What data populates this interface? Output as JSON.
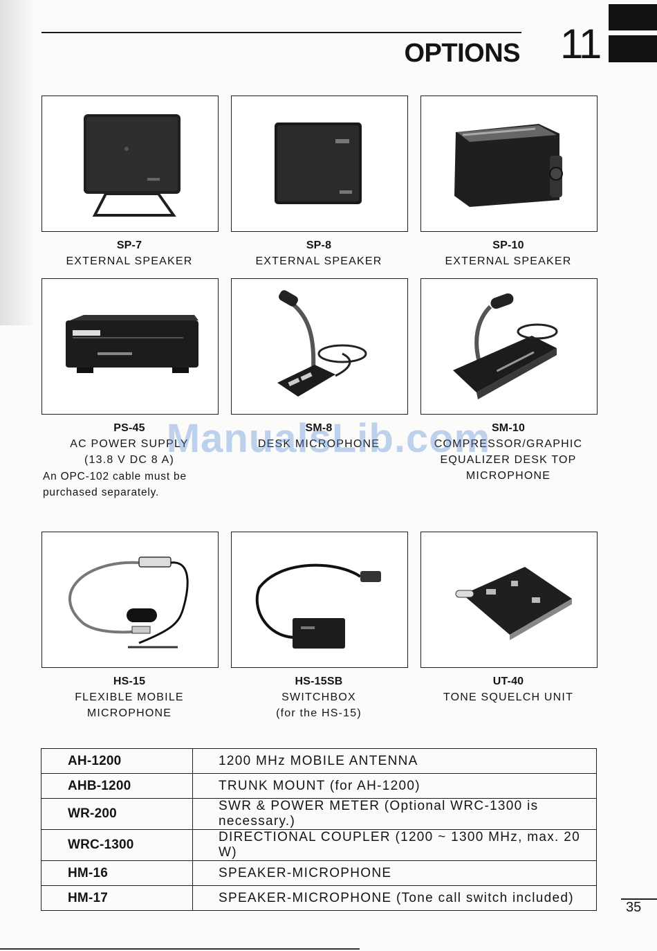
{
  "header": {
    "title": "OPTIONS",
    "chapter_number": "11"
  },
  "watermark": "ManualsLib.com",
  "products": [
    {
      "model": "SP-7",
      "lines": [
        "EXTERNAL SPEAKER"
      ]
    },
    {
      "model": "SP-8",
      "lines": [
        "EXTERNAL SPEAKER"
      ]
    },
    {
      "model": "SP-10",
      "lines": [
        "EXTERNAL SPEAKER"
      ]
    },
    {
      "model": "PS-45",
      "lines": [
        "AC POWER SUPPLY",
        "(13.8 V DC 8 A)"
      ],
      "note": [
        "An OPC-102 cable must be",
        "purchased separately."
      ]
    },
    {
      "model": "SM-8",
      "lines": [
        "DESK MICROPHONE"
      ]
    },
    {
      "model": "SM-10",
      "lines": [
        "COMPRESSOR/GRAPHIC",
        "EQUALIZER DESK TOP",
        "MICROPHONE"
      ]
    },
    {
      "model": "HS-15",
      "lines": [
        "FLEXIBLE MOBILE",
        "MICROPHONE"
      ]
    },
    {
      "model": "HS-15SB",
      "lines": [
        "SWITCHBOX",
        "(for the HS-15)"
      ]
    },
    {
      "model": "UT-40",
      "lines": [
        "TONE SQUELCH UNIT"
      ]
    }
  ],
  "accessories": [
    {
      "code": "AH-1200",
      "description": "1200 MHz MOBILE ANTENNA"
    },
    {
      "code": "AHB-1200",
      "description": "TRUNK MOUNT (for AH-1200)"
    },
    {
      "code": "WR-200",
      "description": "SWR & POWER METER (Optional WRC-1300 is necessary.)"
    },
    {
      "code": "WRC-1300",
      "description": "DIRECTIONAL COUPLER (1200 ~ 1300 MHz, max. 20 W)"
    },
    {
      "code": "HM-16",
      "description": "SPEAKER-MICROPHONE"
    },
    {
      "code": "HM-17",
      "description": "SPEAKER-MICROPHONE (Tone call switch included)"
    }
  ],
  "page_number": "35"
}
